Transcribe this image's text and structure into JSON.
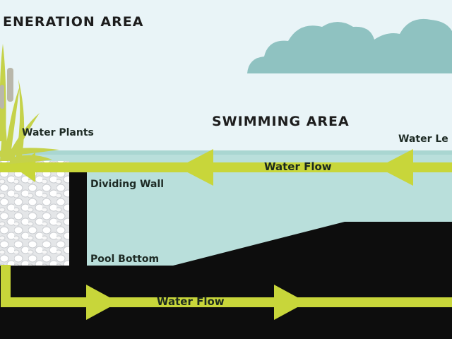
{
  "labels": {
    "regeneration_area": "ENERATION AREA",
    "swimming_area": "SWIMMING AREA",
    "water_plants": "Water Plants",
    "water_level": "Water Le",
    "water_flow_top": "Water Flow",
    "dividing_wall": "Dividing Wall",
    "pool_bottom": "Pool Bottom",
    "water_flow_bottom": "Water Flow"
  },
  "colors": {
    "sky": "#e9f4f7",
    "cloud": "#8fc2c1",
    "water": "#b9dfdb",
    "ground": "#0d0d0d",
    "arrow": "#c8d63a",
    "gravel": "#f2f2f2",
    "plant": "#c5d24a"
  }
}
